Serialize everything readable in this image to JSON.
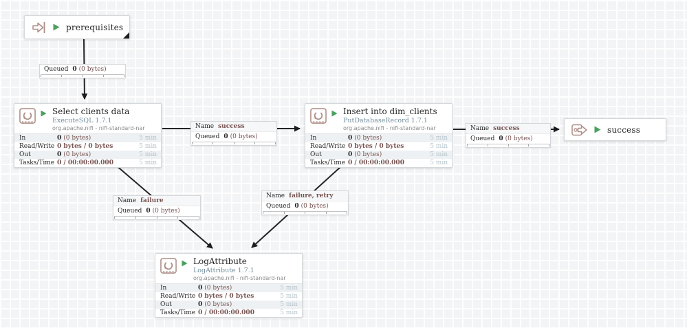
{
  "ports": {
    "prerequisites": {
      "name": "prerequisites"
    },
    "success": {
      "name": "success"
    }
  },
  "processors": {
    "select": {
      "title": "Select clients data",
      "type": "ExecuteSQL 1.7.1",
      "bundle": "org.apache.nifi - nifi-standard-nar",
      "stats": {
        "in_label": "In",
        "in_count": "0",
        "in_size": "(0 bytes)",
        "rw_label": "Read/Write",
        "rw_value": "0 bytes / 0 bytes",
        "out_label": "Out",
        "out_count": "0",
        "out_size": "(0 bytes)",
        "tasks_label": "Tasks/Time",
        "tasks_value": "0 / 00:00:00.000",
        "window": "5 min"
      }
    },
    "insert": {
      "title": "Insert into dim_clients",
      "type": "PutDatabaseRecord 1.7.1",
      "bundle": "org.apache.nifi - nifi-standard-nar",
      "stats": {
        "in_label": "In",
        "in_count": "0",
        "in_size": "(0 bytes)",
        "rw_label": "Read/Write",
        "rw_value": "0 bytes / 0 bytes",
        "out_label": "Out",
        "out_count": "0",
        "out_size": "(0 bytes)",
        "tasks_label": "Tasks/Time",
        "tasks_value": "0 / 00:00:00.000",
        "window": "5 min"
      }
    },
    "log": {
      "title": "LogAttribute",
      "type": "LogAttribute 1.7.1",
      "bundle": "org.apache.nifi - nifi-standard-nar",
      "stats": {
        "in_label": "In",
        "in_count": "0",
        "in_size": "(0 bytes)",
        "rw_label": "Read/Write",
        "rw_value": "0 bytes / 0 bytes",
        "out_label": "Out",
        "out_count": "0",
        "out_size": "(0 bytes)",
        "tasks_label": "Tasks/Time",
        "tasks_value": "0 / 00:00:00.000",
        "window": "5 min"
      }
    }
  },
  "connections": {
    "prereq_queue": {
      "queued_label": "Queued",
      "count": "0",
      "size": "(0 bytes)"
    },
    "success_1": {
      "name_label": "Name",
      "name": "success",
      "queued_label": "Queued",
      "count": "0",
      "size": "(0 bytes)"
    },
    "success_2": {
      "name_label": "Name",
      "name": "success",
      "queued_label": "Queued",
      "count": "0",
      "size": "(0 bytes)"
    },
    "failure": {
      "name_label": "Name",
      "name": "failure",
      "queued_label": "Queued",
      "count": "0",
      "size": "(0 bytes)"
    },
    "failure_retry": {
      "name_label": "Name",
      "name": "failure, retry",
      "queued_label": "Queued",
      "count": "0",
      "size": "(0 bytes)"
    }
  },
  "colors": {
    "run_green": "#4ba05f",
    "component_icon_brown": "#ad8d85",
    "type_teal": "#728e9b",
    "stat_maroon": "#775351",
    "window_bluegray": "#b4c3ca",
    "wire_black": "#242424"
  }
}
